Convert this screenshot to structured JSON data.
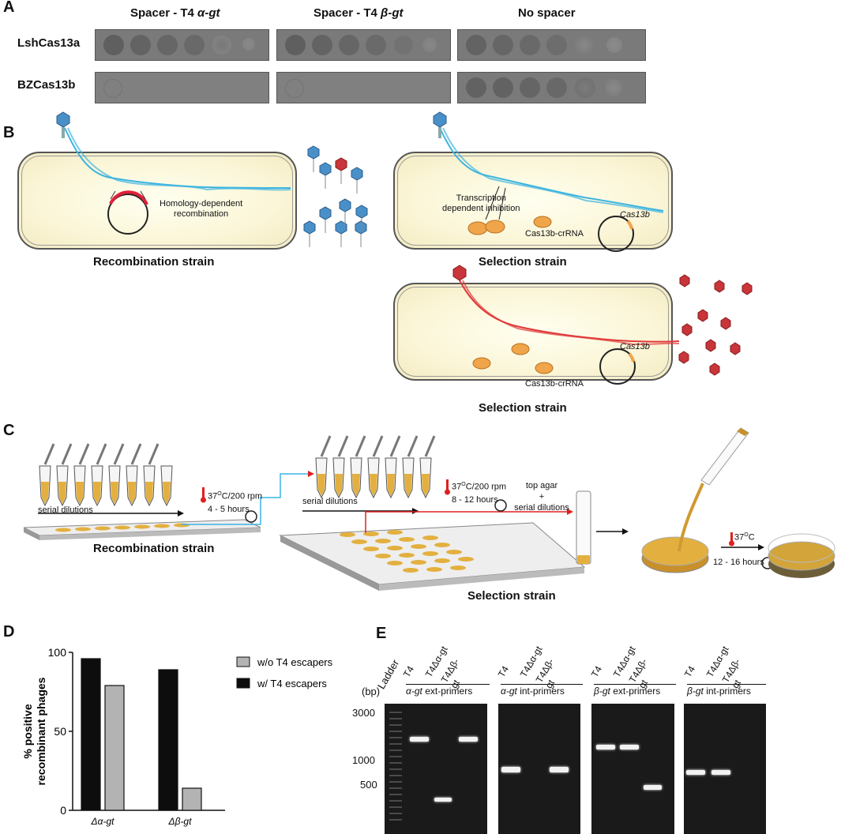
{
  "panels": {
    "a": "A",
    "b": "B",
    "c": "C",
    "d": "D",
    "e": "E"
  },
  "panel_a": {
    "columns": [
      "Spacer - T4 ",
      "α-gt",
      "Spacer - T4 ",
      "β-gt",
      "No spacer"
    ],
    "col1_prefix": "Spacer - T4 ",
    "col1_gene": "α-gt",
    "col2_prefix": "Spacer - T4 ",
    "col2_gene": "β-gt",
    "col3": "No spacer",
    "rows": [
      "LshCas13a",
      "BZCas13b"
    ]
  },
  "panel_b": {
    "hdr_label": "Homology-dependent\nrecombination",
    "hdr_line1": "Homology-dependent",
    "hdr_line2": "recombination",
    "tdi_line1": "Transcription",
    "tdi_line2": "dependent inhibition",
    "cas13b": "Cas13b",
    "crrna": "Cas13b-crRNA",
    "strain_recomb": "Recombination strain",
    "strain_select": "Selection strain"
  },
  "panel_c": {
    "serial1": "serial dilutions",
    "serial2": "serial dilutions",
    "cond1_temp": "37",
    "cond1_sup": "O",
    "cond1_rest": "C/200 rpm",
    "cond1_time": "4 - 5 hours",
    "cond2_temp": "37",
    "cond2_sup": "O",
    "cond2_rest": "C/200 rpm",
    "cond2_time": "8 - 12 hours",
    "top_agar1": "top agar",
    "top_agar2": "+",
    "top_agar3": "serial dilutions",
    "cond3_temp": "37",
    "cond3_sup": "O",
    "cond3_rest": "C",
    "cond3_time": "12 - 16 hours",
    "strain_recomb": "Recombination strain",
    "strain_select": "Selection strain"
  },
  "chart_data": {
    "type": "bar",
    "categories": [
      "Δα-gt",
      "Δβ-gt"
    ],
    "series": [
      {
        "name": "w/o T4 escapers",
        "values": [
          79,
          14
        ],
        "color": "#b3b3b3"
      },
      {
        "name": "w/ T4 escapers",
        "values": [
          96,
          89
        ],
        "color": "#0d0d0d"
      }
    ],
    "ylabel": "% positive\nrecombinant phages",
    "ylabel_line1": "% positive",
    "ylabel_line2": "recombinant phages",
    "yticks": [
      0,
      50,
      100
    ],
    "ylim": [
      0,
      100
    ],
    "legend": "right"
  },
  "panel_e": {
    "bp": "(bp)",
    "ladder": "Ladder",
    "sizes": [
      "3000",
      "1000",
      "500"
    ],
    "groups": [
      {
        "lanes": [
          "T4",
          "T4Δα-gt",
          "T4Δβ-gt"
        ],
        "gene": "α-gt",
        "primer": " ext-primers"
      },
      {
        "lanes": [
          "T4",
          "T4Δα-gt",
          "T4Δβ-gt"
        ],
        "gene": "α-gt",
        "primer": " int-primers"
      },
      {
        "lanes": [
          "T4",
          "T4Δα-gt",
          "T4Δβ-gt"
        ],
        "gene": "β-gt",
        "primer": " ext-primers"
      },
      {
        "lanes": [
          "T4",
          "T4Δα-gt",
          "T4Δβ-gt"
        ],
        "gene": "β-gt",
        "primer": " int-primers"
      }
    ]
  },
  "colors": {
    "dna_blue": "#3db4e0",
    "dna_red": "#e03a3a",
    "cas_orange": "#f0a54a",
    "agar": "#e3b040",
    "arrow_blue": "#3cb4e6",
    "arrow_red": "#e02020"
  }
}
